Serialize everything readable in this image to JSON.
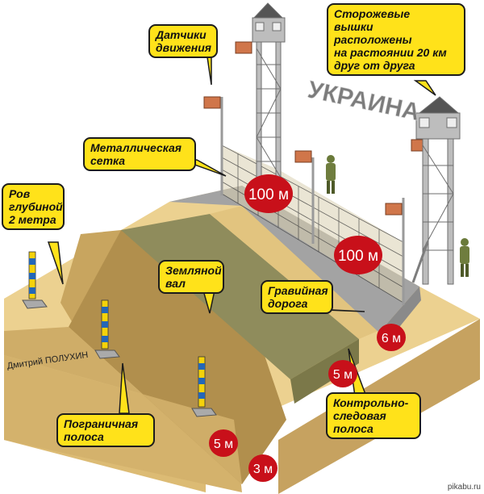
{
  "country_label": "УКРАИНА",
  "callouts": {
    "motion_sensors": "Датчики\nдвижения",
    "watch_towers": "Сторожевые\nвышки\nрасположены\nна растоянии 20 км\nдруг от друга",
    "metal_mesh": "Металлическая\nсетка",
    "ditch": "Ров\nглубиной\n2 метра",
    "earth_rampart": "Земляной\nвал",
    "gravel_road": "Гравийная\nдорога",
    "control_strip": "Контрольно-\nследовая\nполоса",
    "border_strip": "Пограничная\nполоса"
  },
  "distances": {
    "fence_left": "100 м",
    "fence_right": "100 м",
    "road_width": "6 м",
    "control_strip_width": "5 м",
    "border_strip_width": "5 м",
    "ditch_width": "3 м"
  },
  "author": "Дмитрий ПОЛУХИН",
  "watermark": "pikabu.ru",
  "colors": {
    "callout_bg": "#ffe21a",
    "distance_badge": "#c8101a",
    "ground": "#e9cd8c",
    "ground_side": "#caa763",
    "road": "#9c9c9c",
    "rampart": "#8e8c5c",
    "pillar_yellow": "#f5d20a",
    "pillar_blue": "#2467b8"
  }
}
